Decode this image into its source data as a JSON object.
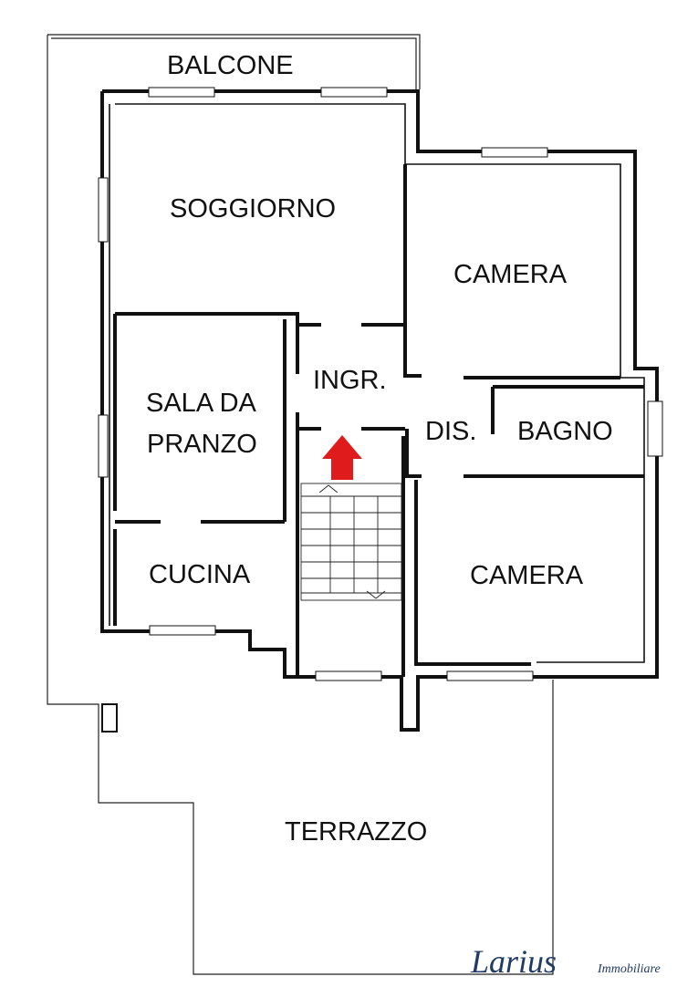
{
  "rooms": {
    "balcone": "BALCONE",
    "soggiorno": "SOGGIORNO",
    "camera_top": "CAMERA",
    "ingresso": "INGR.",
    "sala_line1": "SALA DA",
    "sala_line2": "PRANZO",
    "disimpegno": "DIS.",
    "bagno": "BAGNO",
    "cucina": "CUCINA",
    "camera_bottom": "CAMERA",
    "terrazzo": "TERRAZZO"
  },
  "brand": {
    "name": "Larius",
    "tagline": "Immobiliare"
  },
  "colors": {
    "entrance_arrow": "#e01b1b",
    "brand_text": "#1f3b66",
    "walls": "#111111"
  },
  "icons": {
    "entrance": "up-arrow-icon"
  }
}
